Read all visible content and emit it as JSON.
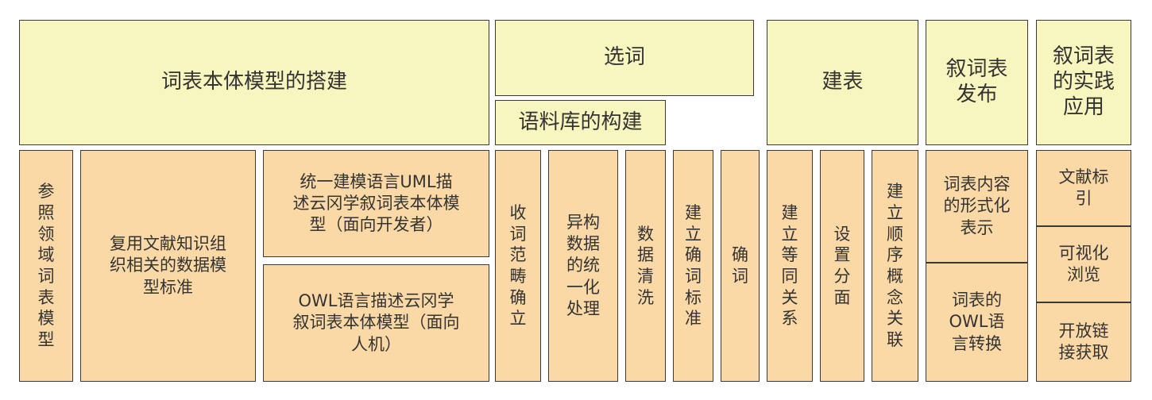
{
  "colors": {
    "top_fill": "#f8f6bf",
    "bottom_fill": "#fbd9a6",
    "border": "#3a3a3a",
    "text": "#333333"
  },
  "top": {
    "ontology_build": "词表本体模型的搭建",
    "word_selection": "选词",
    "corpus_build": "语料库的构建",
    "build_table": "建表",
    "publish": "叙词表\n发布",
    "application": "叙词表\n的实践\n应用"
  },
  "bottom": {
    "ref_domain": "参\n照\n领\n域\n词\n表\n模\n型",
    "reuse_models": "复用文献知识组\n织相关的数据模\n型标准",
    "uml_desc": "统一建模语言UML描\n述云冈学叙词表本体模\n型（面向开发者）",
    "owl_desc": "OWL语言描述云冈学\n叙词表本体模型（面向\n人机）",
    "scope": "收\n词\n范\n畴\n确\n立",
    "hetero": "异构\n数据\n的统\n一化\n处理",
    "cleaning": "数\n据\n清\n洗",
    "standard": "建\n立\n确\n词\n标\n准",
    "confirm": "确\n词",
    "equiv": "建\n立\n等\n同\n关\n系",
    "facet": "设\n置\n分\n面",
    "order": "建\n立\n顺\n序\n概\n念\n关\n联",
    "formal": "词表内容\n的形式化\n表示",
    "owl_convert": "词表的\nOWL语\n言转换",
    "index": "文献标\n引",
    "visual": "可视化\n浏览",
    "open_link": "开放链\n接获取"
  }
}
